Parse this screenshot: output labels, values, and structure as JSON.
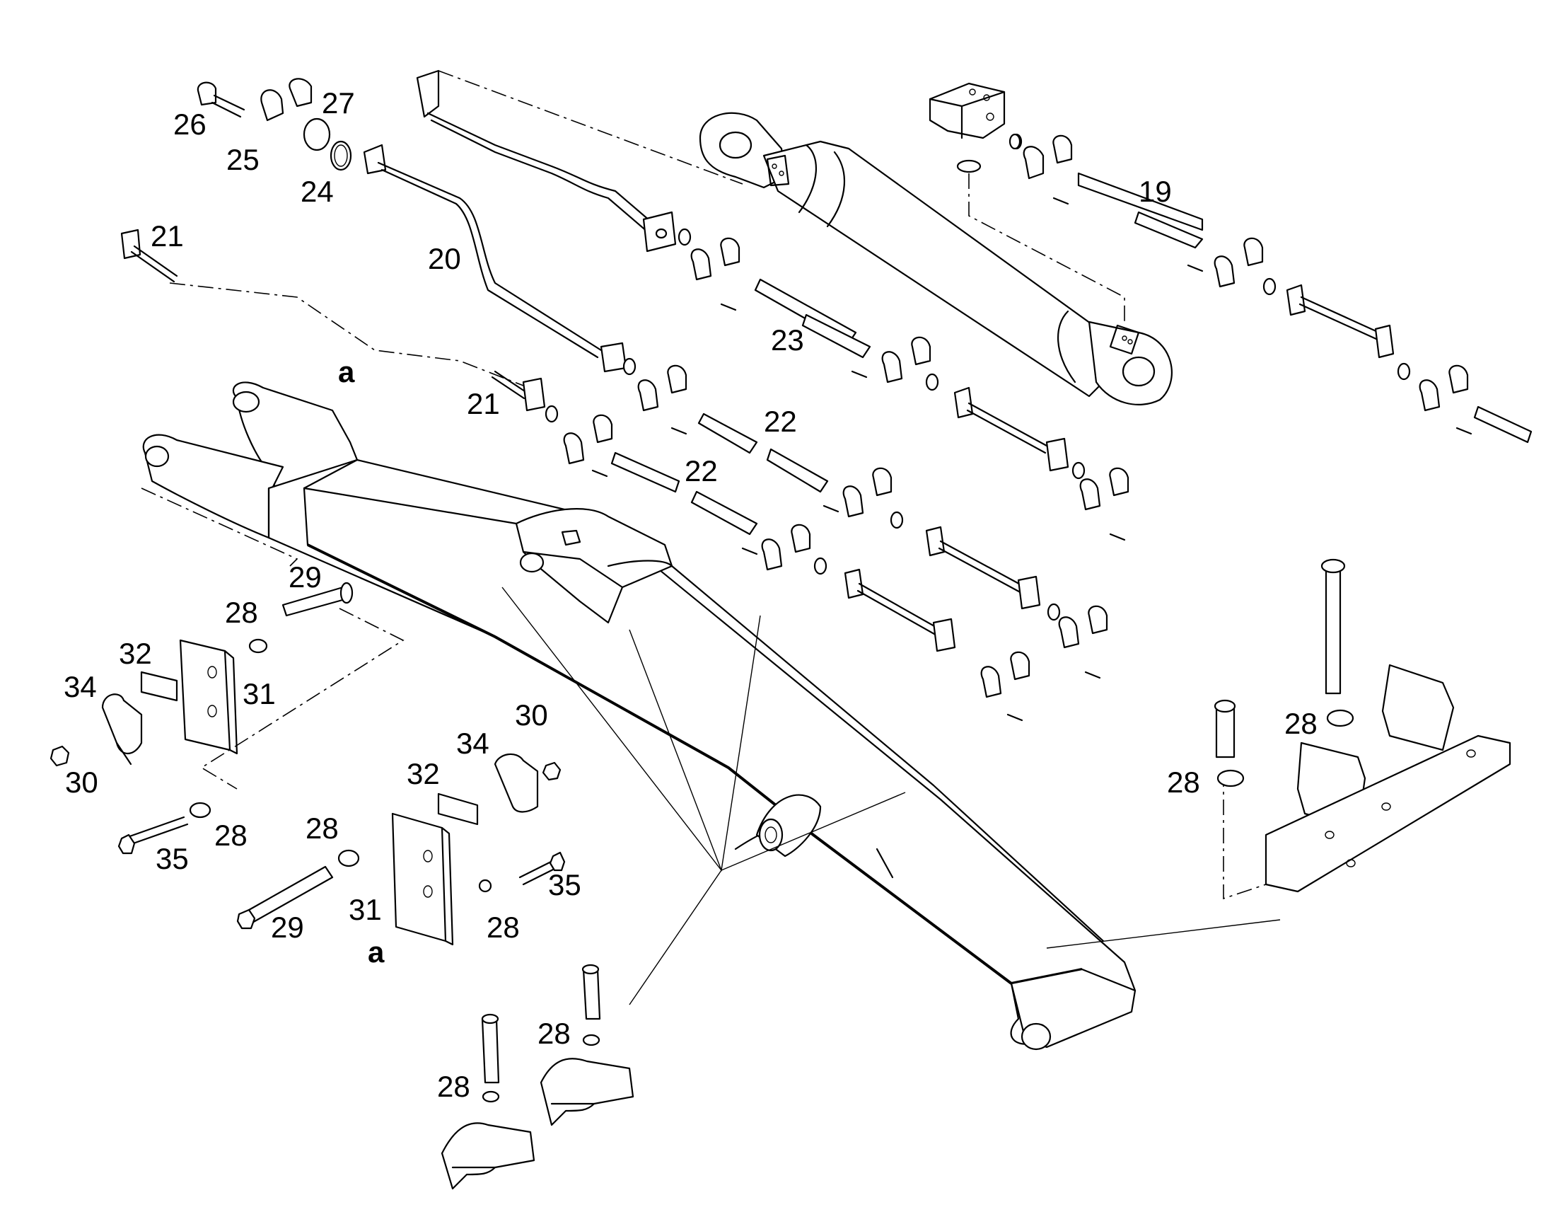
{
  "callouts": [
    {
      "id": "c19",
      "text": "19"
    },
    {
      "id": "c20",
      "text": "20"
    },
    {
      "id": "c21a",
      "text": "21"
    },
    {
      "id": "c21b",
      "text": "21"
    },
    {
      "id": "c22a",
      "text": "22"
    },
    {
      "id": "c22b",
      "text": "22"
    },
    {
      "id": "c23",
      "text": "23"
    },
    {
      "id": "c24",
      "text": "24"
    },
    {
      "id": "c25",
      "text": "25"
    },
    {
      "id": "c26",
      "text": "26"
    },
    {
      "id": "c27",
      "text": "27"
    },
    {
      "id": "c28a",
      "text": "28"
    },
    {
      "id": "c28b",
      "text": "28"
    },
    {
      "id": "c28c",
      "text": "28"
    },
    {
      "id": "c28d",
      "text": "28"
    },
    {
      "id": "c28e",
      "text": "28"
    },
    {
      "id": "c28f",
      "text": "28"
    },
    {
      "id": "c28g",
      "text": "28"
    },
    {
      "id": "c28h",
      "text": "28"
    },
    {
      "id": "c29a",
      "text": "29"
    },
    {
      "id": "c29b",
      "text": "29"
    },
    {
      "id": "c30a",
      "text": "30"
    },
    {
      "id": "c30b",
      "text": "30"
    },
    {
      "id": "c31a",
      "text": "31"
    },
    {
      "id": "c31b",
      "text": "31"
    },
    {
      "id": "c32a",
      "text": "32"
    },
    {
      "id": "c32b",
      "text": "32"
    },
    {
      "id": "c34a",
      "text": "34"
    },
    {
      "id": "c34b",
      "text": "34"
    },
    {
      "id": "c35a",
      "text": "35"
    },
    {
      "id": "c35b",
      "text": "35"
    }
  ],
  "references": [
    {
      "id": "ra1",
      "text": "a"
    },
    {
      "id": "ra2",
      "text": "a"
    }
  ]
}
